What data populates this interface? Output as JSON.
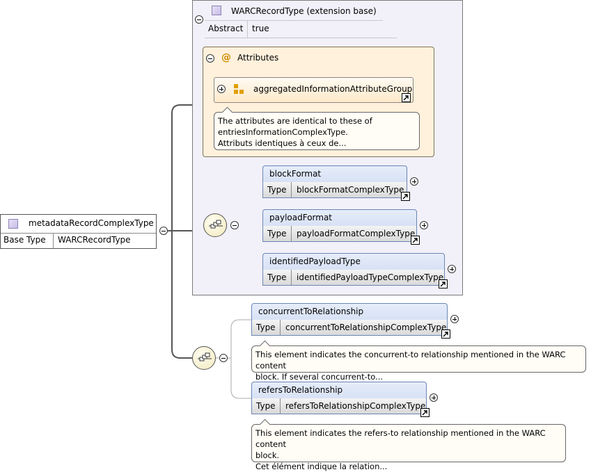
{
  "root_type": {
    "name": "metadataRecordComplexType",
    "base_type_label": "Base Type",
    "base_type_value": "WARCRecordType"
  },
  "extension_base": {
    "title": "WARCRecordType (extension base)",
    "abstract_label": "Abstract",
    "abstract_value": "true"
  },
  "attributes": {
    "title": "Attributes",
    "group_name": "aggregatedInformationAttributeGroup",
    "annotation": {
      "line1": "The attributes are identical to these of",
      "line2": "entriesInformationComplexType.",
      "line3": "Attributs identiques à ceux de..."
    }
  },
  "inner_sequence": [
    {
      "name": "blockFormat",
      "type_label": "Type",
      "type_value": "blockFormatComplexType"
    },
    {
      "name": "payloadFormat",
      "type_label": "Type",
      "type_value": "payloadFormatComplexType"
    },
    {
      "name": "identifiedPayloadType",
      "type_label": "Type",
      "type_value": "identifiedPayloadTypeComplexType"
    }
  ],
  "outer_sequence": [
    {
      "name": "concurrentToRelationship",
      "type_label": "Type",
      "type_value": "concurrentToRelationshipComplexType",
      "doc_line1": "This element indicates the concurrent-to relationship mentioned in the WARC content",
      "doc_line2": "block. If several concurrent-to..."
    },
    {
      "name": "refersToRelationship",
      "type_label": "Type",
      "type_value": "refersToRelationshipComplexType",
      "doc_line1": "This element indicates the refers-to relationship mentioned in the WARC content",
      "doc_line2": "block.",
      "doc_line3": "Cet élément indique la relation..."
    }
  ],
  "colors": {
    "element_fill": "#c9d7f0",
    "attribute_panel": "#fff1dc",
    "extension_panel": "#f2f0f8",
    "connector": "#555555"
  }
}
